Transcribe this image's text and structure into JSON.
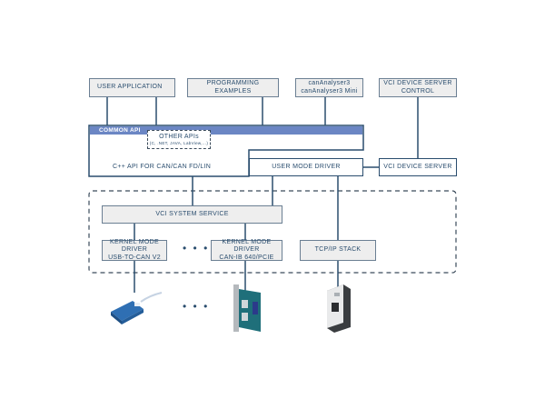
{
  "boxes": {
    "user_application": "USER APPLICATION",
    "programming_examples_1": "PROGRAMMING",
    "programming_examples_2": "EXAMPLES",
    "can_analyser_1": "canAnalyser3",
    "can_analyser_2": "canAnalyser3 Mini",
    "vci_device_server_control_1": "VCI DEVICE SERVER",
    "vci_device_server_control_2": "CONTROL",
    "common_api": "COMMON API",
    "other_apis_1": "OTHER APIs",
    "other_apis_2": "(C, .NET, JAVA, LabView,...)",
    "cpp_api": "C++ API FOR CAN/CAN FD/LIN",
    "user_mode_driver": "USER MODE DRIVER",
    "vci_device_server": "VCI DEVICE SERVER",
    "vci_system_service": "VCI SYSTEM SERVICE",
    "kmd_usb_1": "KERNEL MODE DRIVER",
    "kmd_usb_2": "USB-TO-CAN V2",
    "kmd_can_1": "KERNEL MODE DRIVER",
    "kmd_can_2": "CAN-IB 640/PCIE",
    "tcpip_stack": "TCP/IP STACK",
    "ellipsis": "• • •"
  },
  "colors": {
    "line": "#2a4d6e",
    "box_fill": "#eeeeee",
    "common_api_bar": "#6b86c4",
    "dashed": "#3a4a5a"
  },
  "devices": [
    {
      "icon": "usb-to-can-adapter-icon"
    },
    {
      "icon": "pcie-can-card-icon"
    },
    {
      "icon": "din-rail-device-server-icon"
    }
  ]
}
